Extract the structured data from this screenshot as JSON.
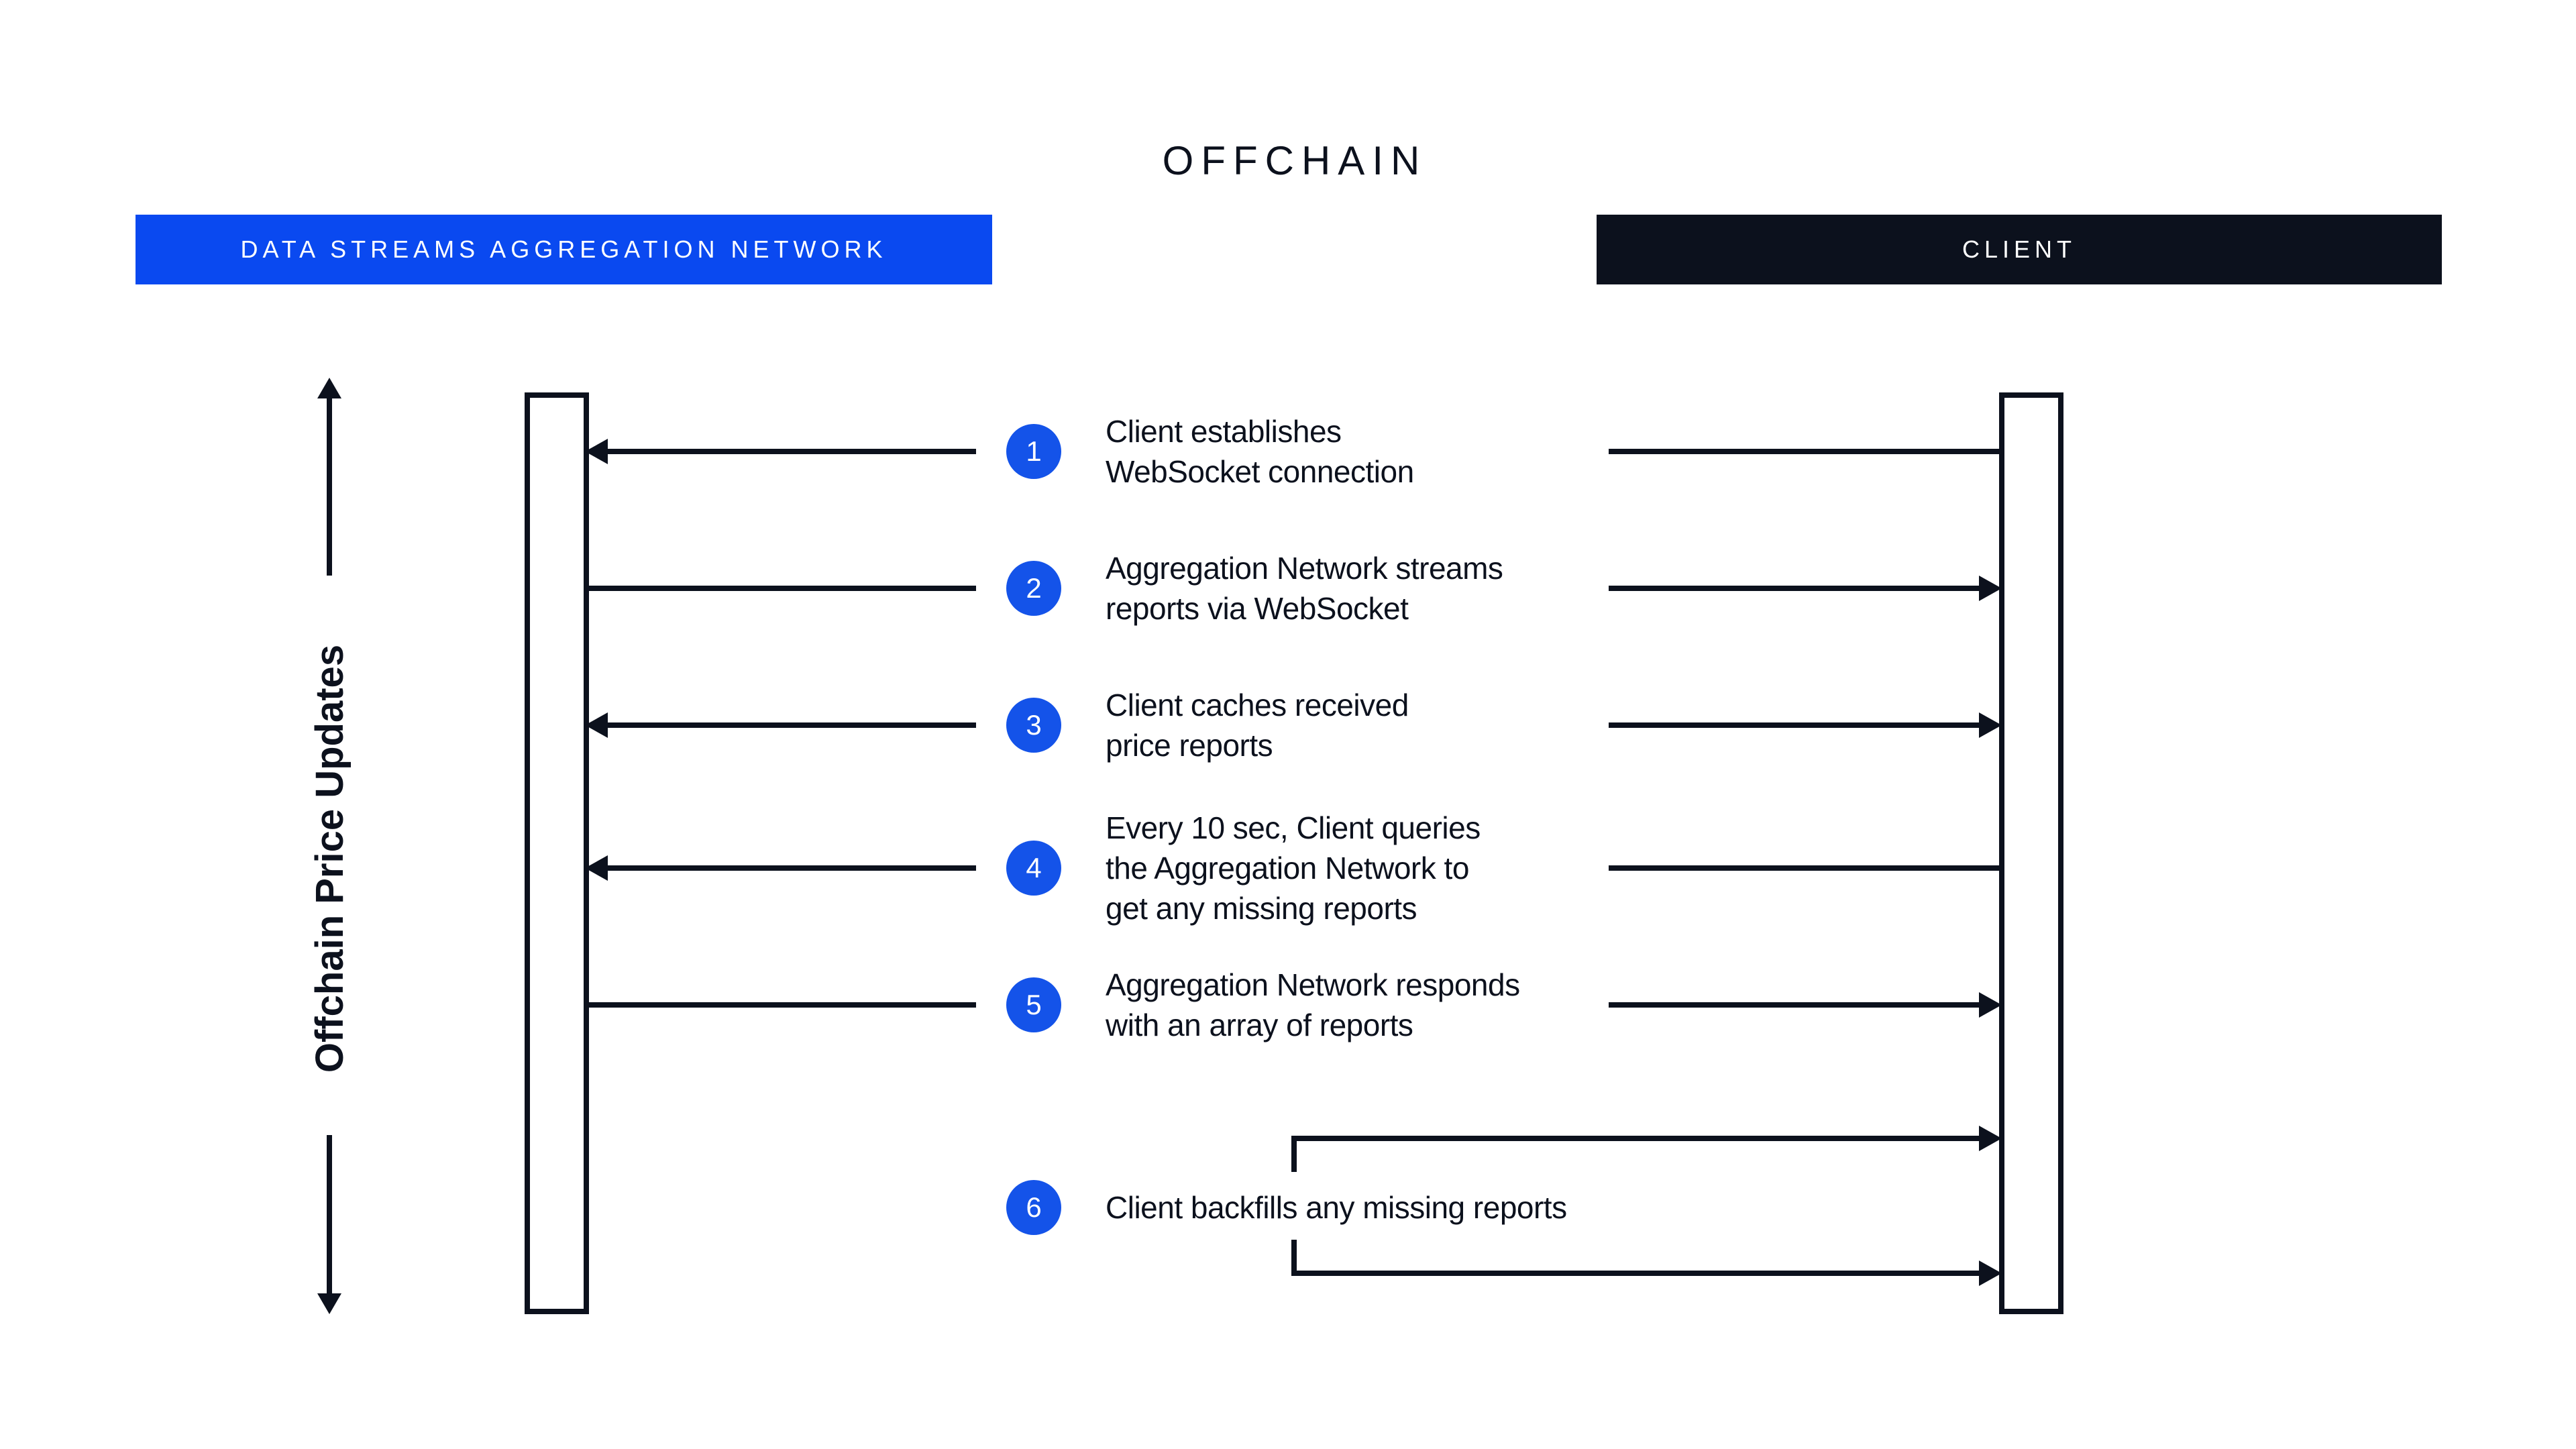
{
  "title": "OFFCHAIN",
  "axis_label": "Offchain Price Updates",
  "participants": {
    "network": {
      "label": "DATA STREAMS AGGREGATION NETWORK",
      "color": "#0a49f0"
    },
    "client": {
      "label": "CLIENT",
      "color": "#0c111d"
    }
  },
  "steps": [
    {
      "num": "1",
      "text": "Client establishes\nWebSocket connection",
      "arrow": "to-network"
    },
    {
      "num": "2",
      "text": "Aggregation Network streams\nreports via WebSocket",
      "arrow": "to-client"
    },
    {
      "num": "3",
      "text": "Client caches received\nprice reports",
      "arrow": "both"
    },
    {
      "num": "4",
      "text": "Every 10 sec, Client queries\nthe Aggregation Network to\nget any missing reports",
      "arrow": "to-network"
    },
    {
      "num": "5",
      "text": "Aggregation Network responds\nwith an array of reports",
      "arrow": "to-client"
    },
    {
      "num": "6",
      "text": "Client backfills any missing reports",
      "arrow": "to-client-bracket"
    }
  ],
  "colors": {
    "ink": "#0c111d",
    "header_blue": "#0a49f0",
    "circle_blue": "#1453e9"
  }
}
